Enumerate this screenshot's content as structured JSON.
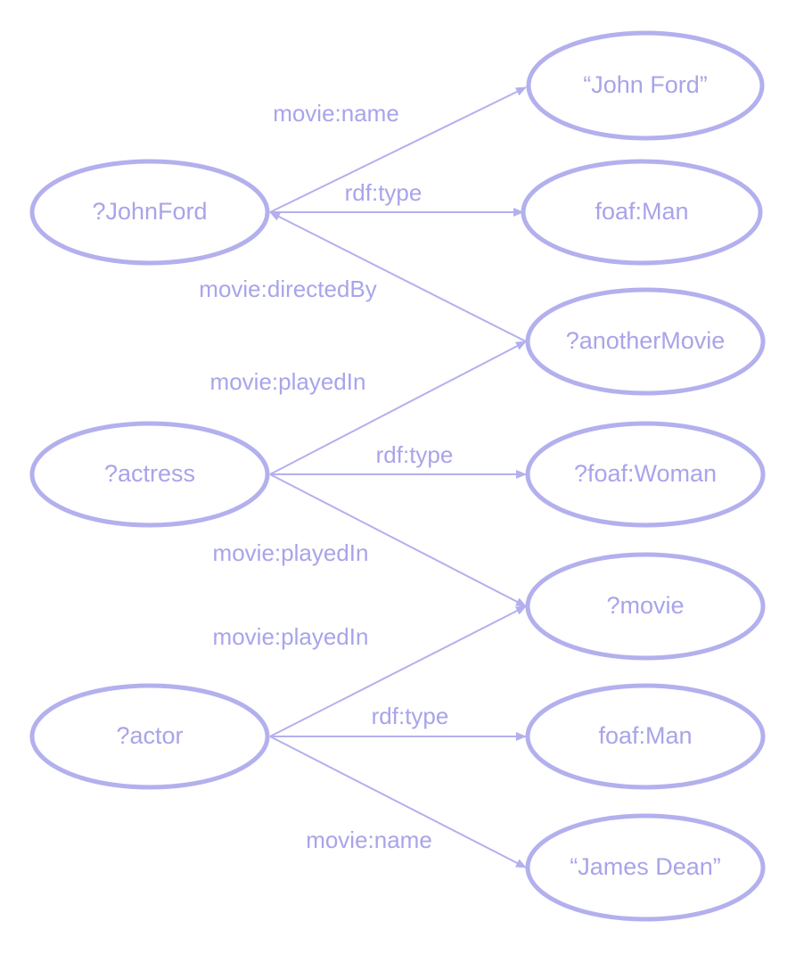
{
  "colors": {
    "node_stroke": "#b3b0ee",
    "text": "#a8a4ea",
    "edge": "#b3b0ee"
  },
  "nodes": {
    "john_ford_var": "?JohnFord",
    "actress": "?actress",
    "actor": "?actor",
    "john_ford_literal": "“John Ford”",
    "foaf_man_1": "foaf:Man",
    "another_movie": "?anotherMovie",
    "foaf_woman": "?foaf:Woman",
    "movie": "?movie",
    "foaf_man_2": "foaf:Man",
    "james_dean_literal": "“James Dean”"
  },
  "edges": {
    "johnford_name": "movie:name",
    "johnford_type": "rdf:type",
    "directed_by": "movie:directedBy",
    "actress_played_in_another": "movie:playedIn",
    "actress_type": "rdf:type",
    "actress_played_in_movie": "movie:playedIn",
    "actor_played_in_movie": "movie:playedIn",
    "actor_type": "rdf:type",
    "actor_name": "movie:name"
  }
}
